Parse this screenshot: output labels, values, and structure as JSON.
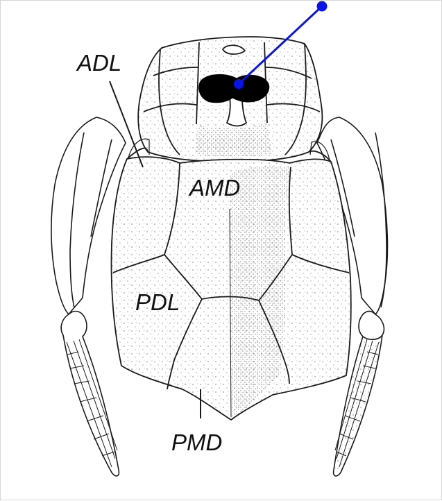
{
  "diagram": {
    "labels": {
      "adl": "ADL",
      "amd": "AMD",
      "pdl": "PDL",
      "pmd": "PMD"
    },
    "colors": {
      "ink": "#1a1a1a",
      "pointer": "#0a14e6",
      "background": "#ffffff"
    }
  }
}
